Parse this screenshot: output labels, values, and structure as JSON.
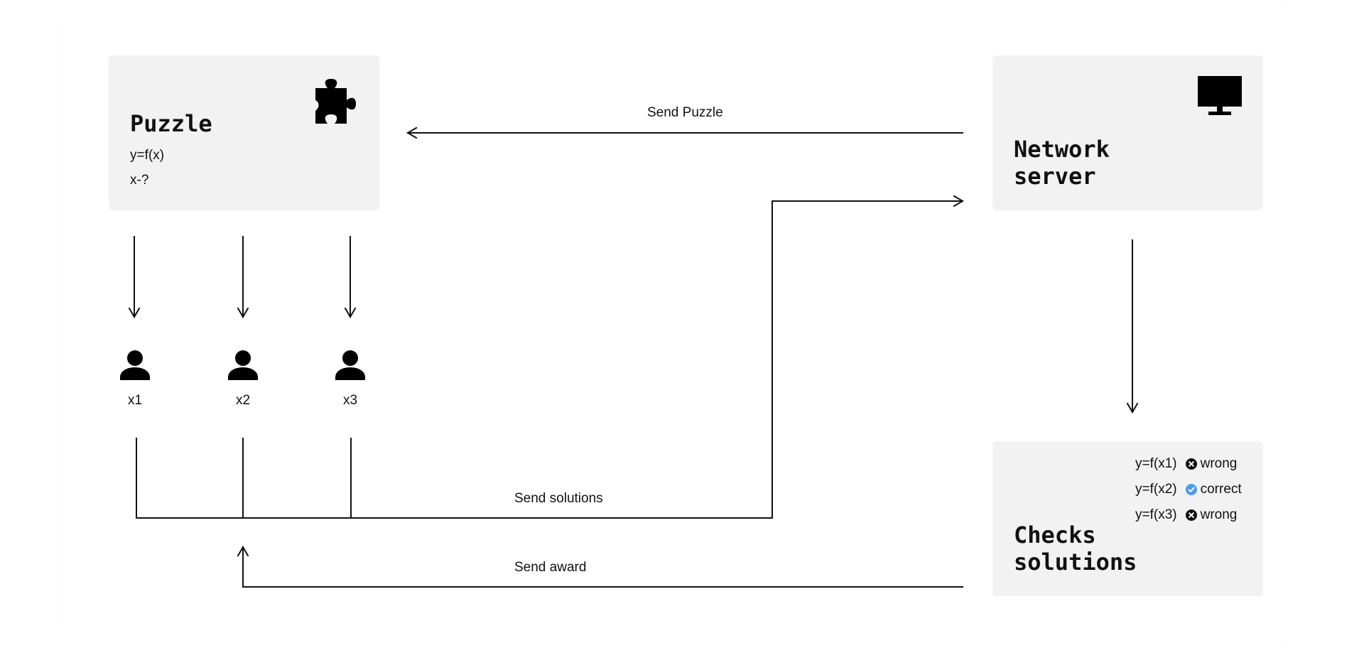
{
  "puzzle": {
    "title": "Puzzle",
    "equation": "y=f(x)",
    "question": "x-?",
    "icon": "puzzle-piece-icon"
  },
  "server": {
    "title_line1": "Network",
    "title_line2": "server",
    "icon": "monitor-icon"
  },
  "checks": {
    "title_line1": "Checks",
    "title_line2": "solutions",
    "rows": [
      {
        "equation": "y=f(x1)",
        "status": "wrong",
        "icon": "x-circle-icon"
      },
      {
        "equation": "y=f(x2)",
        "status": "correct",
        "icon": "check-circle-icon"
      },
      {
        "equation": "y=f(x3)",
        "status": "wrong",
        "icon": "x-circle-icon"
      }
    ]
  },
  "solvers": [
    {
      "label": "x1",
      "icon": "person-icon"
    },
    {
      "label": "x2",
      "icon": "person-icon"
    },
    {
      "label": "x3",
      "icon": "person-icon"
    }
  ],
  "arrows": {
    "send_puzzle": "Send Puzzle",
    "send_solutions": "Send solutions",
    "send_award": "Send award"
  },
  "colors": {
    "box_background": "#f2f2f2",
    "line": "#111111",
    "wrong_badge": "#111111",
    "correct_badge": "#4a9cf0"
  }
}
